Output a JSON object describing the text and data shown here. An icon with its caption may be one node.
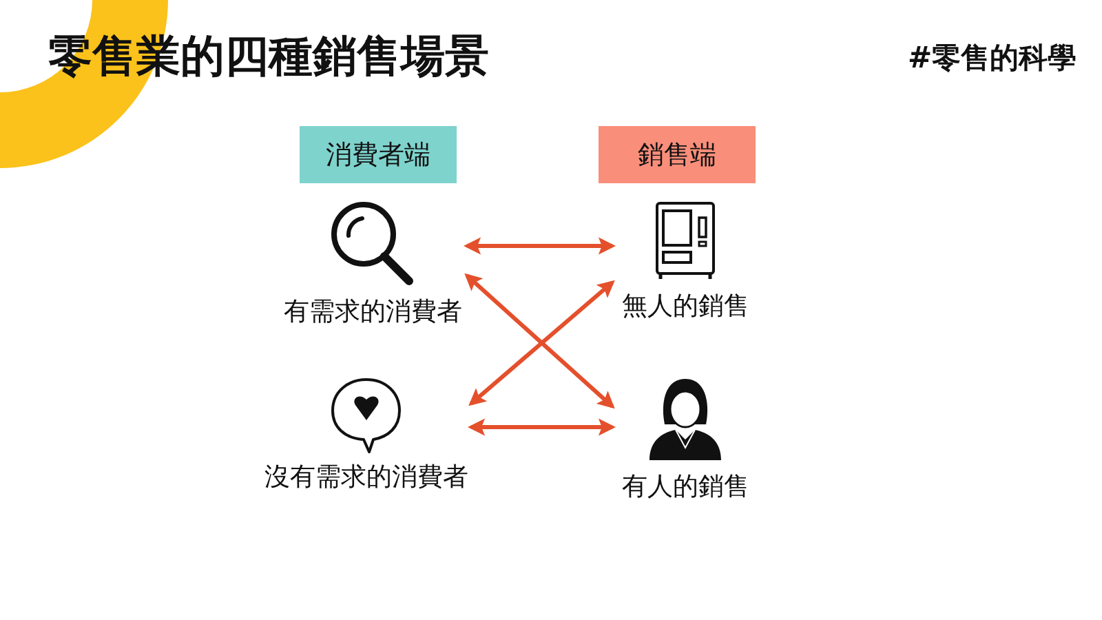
{
  "diagram": {
    "title": "零售業的四種銷售場景",
    "nodes": [
      {
        "text": [
          "消費者端"
        ]
      },
      {
        "text": [
          "銷售端"
        ]
      },
      {
        "text": [
          "有需求的消費者"
        ]
      },
      {
        "text": [
          "無人的銷售"
        ]
      },
      {
        "text": [
          "沒有需求的消費者"
        ]
      },
      {
        "text": [
          "有人的銷售"
        ]
      }
    ],
    "edges": [
      {
        "from": 2,
        "to": 3,
        "arrow": "both"
      },
      {
        "from": 2,
        "to": 5,
        "arrow": "both"
      },
      {
        "from": 3,
        "to": 4,
        "arrow": "both"
      },
      {
        "from": 4,
        "to": 5,
        "arrow": "both"
      }
    ],
    "labels": [
      "#零售的科學"
    ]
  }
}
